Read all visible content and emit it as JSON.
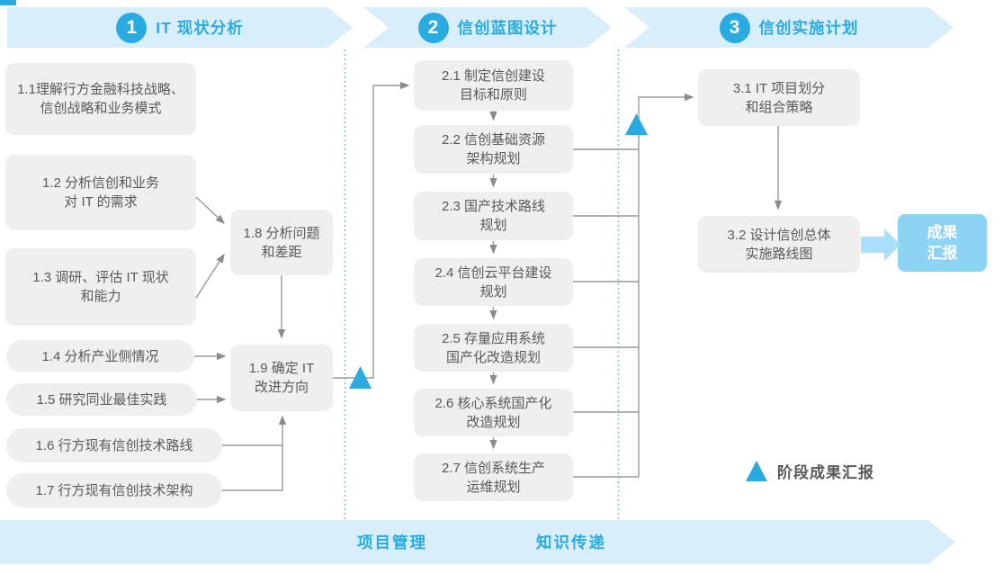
{
  "colors": {
    "accent_blue": "#29ABE2",
    "banner_bg": "#D8EFFB",
    "box_bg": "#EFEFF0",
    "box_text": "#58595B",
    "connector_gray": "#97999B",
    "dotted_separator": "#6CC5EE",
    "result_box_bg": "#8DD4F4",
    "deliverable_arrow": "#A9DFF8"
  },
  "header": {
    "phases": [
      {
        "number": "1",
        "title": "IT 现状分析"
      },
      {
        "number": "2",
        "title": "信创蓝图设计"
      },
      {
        "number": "3",
        "title": "信创实施计划"
      }
    ]
  },
  "phase1": {
    "boxes": [
      {
        "label": "1.1理解行方金融科技战略、\n信创战略和业务模式"
      },
      {
        "label": "1.2 分析信创和业务\n对 IT 的需求"
      },
      {
        "label": "1.3 调研、评估 IT 现状\n和能力"
      },
      {
        "label": "1.4 分析产业侧情况"
      },
      {
        "label": "1.5 研究同业最佳实践"
      },
      {
        "label": "1.6 行方现有信创技术路线"
      },
      {
        "label": "1.7 行方现有信创技术架构"
      },
      {
        "label": "1.8 分析问题\n和差距"
      },
      {
        "label": "1.9 确定 IT\n改进方向"
      }
    ]
  },
  "phase2": {
    "boxes": [
      {
        "label": "2.1 制定信创建设\n目标和原则"
      },
      {
        "label": "2.2 信创基础资源\n架构规划"
      },
      {
        "label": "2.3 国产技术路线\n规划"
      },
      {
        "label": "2.4 信创云平台建设\n规划"
      },
      {
        "label": "2.5 存量应用系统\n国产化改造规划"
      },
      {
        "label": "2.6 核心系统国产化\n改造规划"
      },
      {
        "label": "2.7 信创系统生产\n运维规划"
      }
    ]
  },
  "phase3": {
    "boxes": [
      {
        "label": "3.1 IT 项目划分\n和组合策略"
      },
      {
        "label": "3.2 设计信创总体\n实施路线图"
      }
    ],
    "result": {
      "label": "成果\n汇报"
    }
  },
  "legend": {
    "label": "阶段成果汇报"
  },
  "footer": {
    "items": [
      {
        "label": "项目管理"
      },
      {
        "label": "知识传递"
      }
    ]
  }
}
